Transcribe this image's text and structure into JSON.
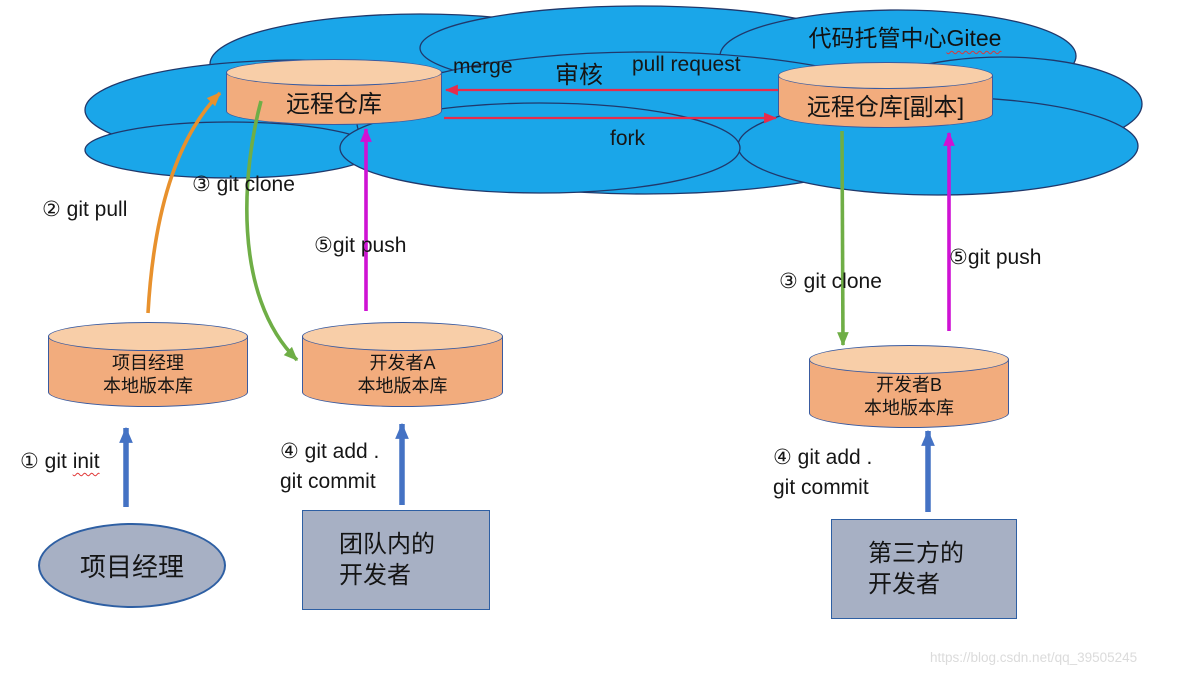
{
  "title": {
    "prefix": "代码托管中心",
    "highlight": "Gitee"
  },
  "remote_repos": {
    "origin": "远程仓库",
    "fork_copy": "远程仓库[副本]"
  },
  "local_repos": {
    "manager": {
      "line1": "项目经理",
      "line2": "本地版本库"
    },
    "dev_a": {
      "line1": "开发者A",
      "line2": "本地版本库"
    },
    "dev_b": {
      "line1": "开发者B",
      "line2": "本地版本库"
    }
  },
  "actors": {
    "manager": "项目经理",
    "team_dev": {
      "line1": "团队内的",
      "line2": "开发者"
    },
    "third_party": {
      "line1": "第三方的",
      "line2": "开发者"
    }
  },
  "flow_labels": {
    "merge": "merge",
    "review": "审核",
    "pull_request": "pull request",
    "fork": "fork",
    "git_pull": "② git pull",
    "git_clone_left": "③ git clone",
    "git_push_left": "⑤git push",
    "git_init_prefix": "① git ",
    "git_init_word": "init",
    "git_add_left_line1": "④ git add .",
    "git_add_left_line2": "git commit",
    "git_clone_right": "③ git clone",
    "git_push_right": "⑤git push",
    "git_add_right_line1": "④ git add .",
    "git_add_right_line2": "git commit"
  },
  "watermark": "https://blog.csdn.net/qq_39505245",
  "colors": {
    "cloud_fill": "#1AA6E9",
    "cloud_outline": "#20386B",
    "cylinder_body": "#F2AC7D",
    "cylinder_top": "#F8CEA8",
    "cylinder_outline": "#3A5BA0",
    "actor_fill": "#A7B0C4",
    "actor_outline": "#2E5FA3",
    "arrow_red": "#E82C4C",
    "arrow_orange": "#E8912D",
    "arrow_green": "#6FAE46",
    "arrow_magenta": "#CF12D4",
    "arrow_blue": "#4472C4",
    "squiggle_red": "#E03636",
    "watermark_gray": "#DBDBDB"
  }
}
